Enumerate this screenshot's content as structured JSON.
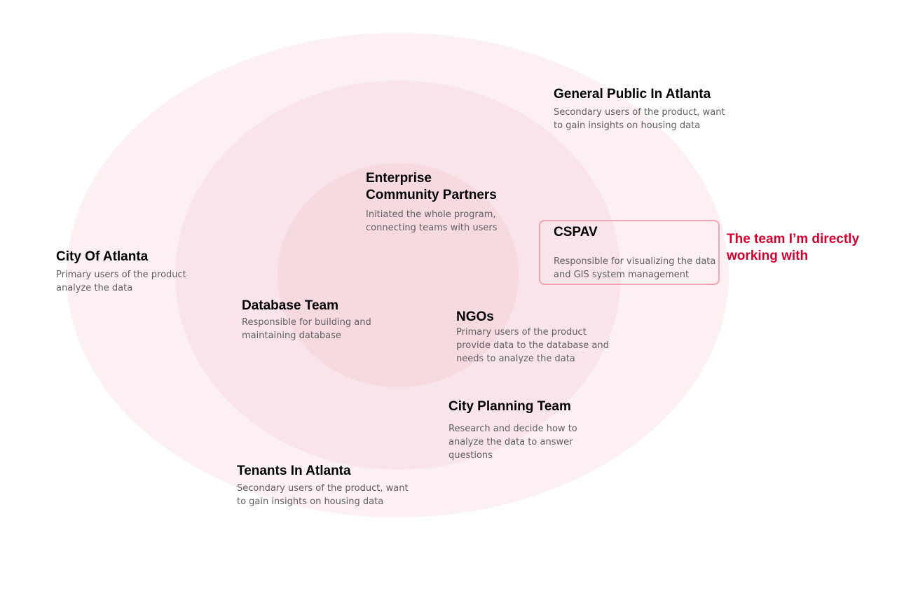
{
  "colors": {
    "outer_ring": "#fcf0f3",
    "middle_ring": "#f9e4e9",
    "inner_ring": "#f6dae0",
    "highlight_border": "#f2a5b5",
    "highlight_text": "#d6002f"
  },
  "stakeholders": {
    "general_public": {
      "title": "General Public In Atlanta",
      "description": "Secondary users of the product, want to gain insights on housing data"
    },
    "enterprise": {
      "title": "Enterprise\nCommunity Partners",
      "description": "Initiated the whole program, connecting teams with users"
    },
    "city_of_atlanta": {
      "title": "City Of Atlanta",
      "description": "Primary users of the product analyze the data"
    },
    "database_team": {
      "title": "Database Team",
      "description": "Responsible for building and maintaining database"
    },
    "ngos": {
      "title": "NGOs",
      "description": "Primary users of the product provide data to the database and needs to analyze the data"
    },
    "city_planning": {
      "title": "City Planning Team",
      "description": "Research and decide how to analyze the data to answer questions"
    },
    "tenants": {
      "title": "Tenants In Atlanta",
      "description": "Secondary users of the product, want to gain insights on housing data"
    },
    "cspav": {
      "title": "CSPAV",
      "description": "Responsible for visualizing the data and GIS system management"
    }
  },
  "callout": {
    "text": "The team I’m directly working with"
  }
}
